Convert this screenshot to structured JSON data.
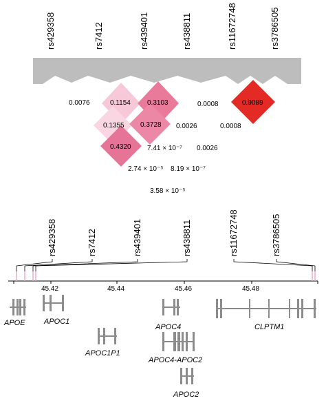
{
  "ld_plot": {
    "snps": [
      "rs429358",
      "rs7412",
      "rs439401",
      "rs438811",
      "rs11672748",
      "rs3786505"
    ],
    "cells": [
      {
        "label": "0.0076",
        "color": "#ffffff"
      },
      {
        "label": "0.1154",
        "color": "#f7c9d8"
      },
      {
        "label": "0.3103",
        "color": "#ea7a9a"
      },
      {
        "label": "0.0008",
        "color": "#ffffff"
      },
      {
        "label": "0.9089",
        "color": "#e42a25"
      },
      {
        "label": "0.1355",
        "color": "#f9d6e1"
      },
      {
        "label": "0.3728",
        "color": "#ec88a5"
      },
      {
        "label": "0.0026",
        "color": "#ffffff"
      },
      {
        "label": "0.0008",
        "color": "#ffffff"
      },
      {
        "label": "0.4320",
        "color": "#e67496"
      },
      {
        "label": "7.41 × 10⁻⁷",
        "color": "#ffffff"
      },
      {
        "label": "0.0026",
        "color": "#ffffff"
      },
      {
        "label": "2.74 × 10⁻⁵",
        "color": "#ffffff"
      },
      {
        "label": "8.19 × 10⁻⁷",
        "color": "#ffffff"
      },
      {
        "label": "3.58 × 10⁻⁵",
        "color": "#ffffff"
      }
    ]
  },
  "genome_track": {
    "snps": [
      "rs429358",
      "rs7412",
      "rs439401",
      "rs438811",
      "rs11672748",
      "rs3786505"
    ],
    "axis_ticks": [
      "45.42",
      "45.44",
      "45.46",
      "45.48"
    ],
    "genes": [
      "APOE",
      "APOC1",
      "APOC1P1",
      "APOC4",
      "CLPTM1",
      "APOC4-APOC2",
      "APOC2"
    ]
  },
  "colors": {
    "header_gray": "#bdbdbd",
    "gene_bar": "#8c8c8c",
    "marker_pink": "#e7a8bf"
  }
}
